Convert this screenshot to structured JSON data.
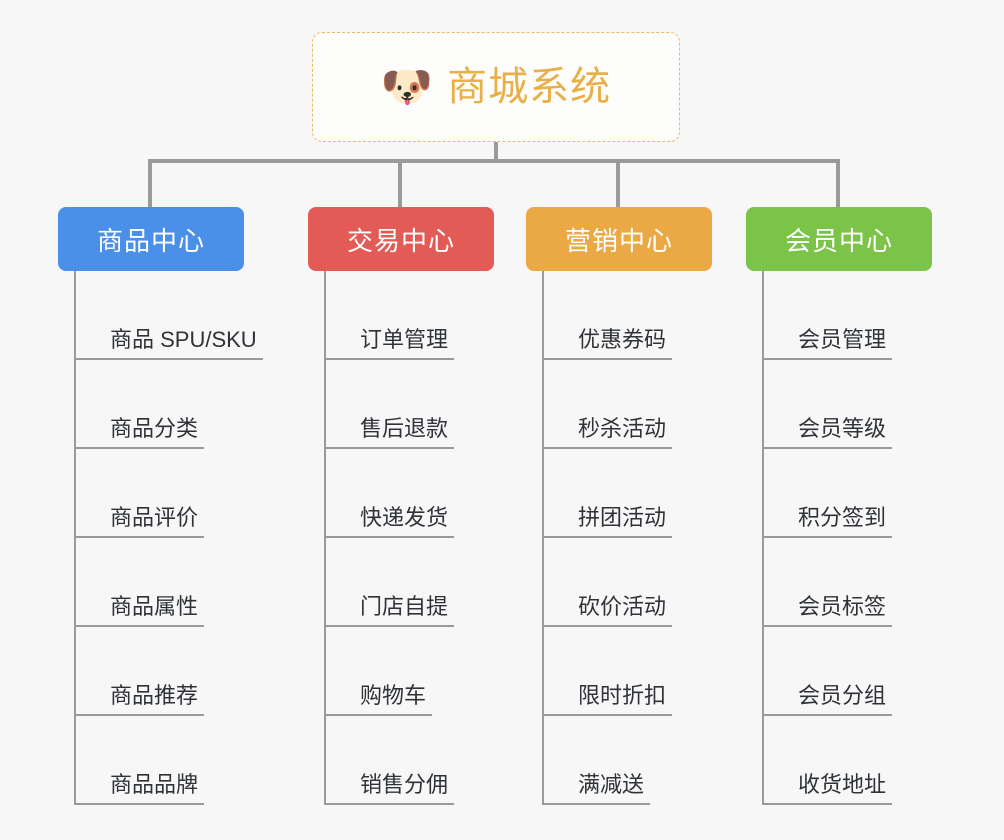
{
  "page": {
    "background_color": "#f7f7f7",
    "line_color": "#9a9a9a"
  },
  "root": {
    "icon": "shiba-dog-face-emoji",
    "emoji": "🐶",
    "title": "商城系统",
    "title_color": "#e8b04b",
    "border_color": "#e9b963"
  },
  "columns": [
    {
      "header": "商品中心",
      "color": "#4a90e8",
      "items": [
        "商品 SPU/SKU",
        "商品分类",
        "商品评价",
        "商品属性",
        "商品推荐",
        "商品品牌"
      ]
    },
    {
      "header": "交易中心",
      "color": "#e35b56",
      "items": [
        "订单管理",
        "售后退款",
        "快递发货",
        "门店自提",
        "购物车",
        "销售分佣"
      ]
    },
    {
      "header": "营销中心",
      "color": "#eba945",
      "items": [
        "优惠券码",
        "秒杀活动",
        "拼团活动",
        "砍价活动",
        "限时折扣",
        "满减送"
      ]
    },
    {
      "header": "会员中心",
      "color": "#7cc349",
      "items": [
        "会员管理",
        "会员等级",
        "积分签到",
        "会员标签",
        "会员分组",
        "收货地址"
      ]
    }
  ]
}
